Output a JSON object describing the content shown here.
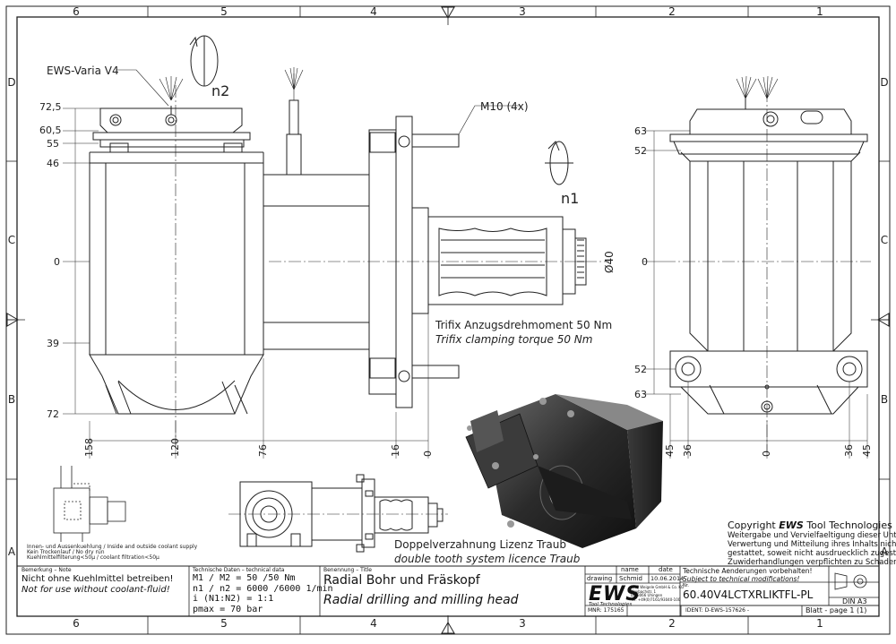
{
  "frame": {
    "columns": [
      "6",
      "5",
      "4",
      "3",
      "2",
      "1"
    ],
    "rows": [
      "D",
      "C",
      "B",
      "A"
    ]
  },
  "labels": {
    "varia": "EWS-Varia V4",
    "n2": "n2",
    "n1": "n1",
    "m10": "M10 (4x)",
    "diameter": "Ø40",
    "trifix_de": "Trifix Anzugsdrehmoment  50 Nm",
    "trifix_en": "Trifix clamping torque  50 Nm",
    "dv_de": "Doppelverzahnung Lizenz Traub",
    "dv_en": "double tooth system licence Traub",
    "coolant_note_1": "Innen- und Aussenkuehlung / Inside and outside coolant supply",
    "coolant_note_2": "Kein Trockenlauf / No dry run",
    "coolant_note_3": "Kuehlmittelfilterung<50µ / coolant filtration<50µ"
  },
  "dims_left": [
    "72,5",
    "60,5",
    "55",
    "46",
    "0",
    "39",
    "72"
  ],
  "dims_bottom": [
    "158",
    "120",
    "76",
    "16",
    "0"
  ],
  "dims_right_view": [
    "63",
    "52",
    "0",
    "52",
    "63"
  ],
  "dims_right_bottom": [
    "45",
    "36",
    "0",
    "36",
    "45"
  ],
  "copyright": {
    "title_prefix": "Copyright ",
    "title_brand": "EWS",
    "title_suffix": " Tool Technologies",
    "lines": [
      "Weitergabe und Vervielfaeltigung dieser Unterlage,",
      "Verwertung und Mitteilung ihres Inhalts nicht",
      "gestattet, soweit nicht ausdruecklich zugestanden.",
      "Zuwiderhandlungen verpflichten zu Schadenersatz."
    ]
  },
  "title_block": {
    "remark_header": "Bemerkung – Note",
    "remark_de": "Nicht ohne Kuehlmittel betreiben!",
    "remark_en": "Not for use without coolant-fluid!",
    "tech_header": "Technische Daten – technical data",
    "tech_rows": [
      {
        "label": "M1 / M2",
        "value": "= 50  /50  Nm"
      },
      {
        "label": "n1 / n2",
        "value": "= 6000 /6000  1/min"
      },
      {
        "label": "i (N1:N2)",
        "value": "= 1:1"
      },
      {
        "label": "pmax",
        "value": "= 70  bar"
      }
    ],
    "name_header": "Benennung – Title",
    "name_de": "Radial Bohr und Fräskopf",
    "name_en": "Radial drilling and milling head",
    "col_name": "name",
    "col_date": "date",
    "drawing_label": "drawing",
    "drawer": "Schmid",
    "date": "10.06.2014",
    "logo": "EWS",
    "logo_sub": "Tool Technologies",
    "company_lines": [
      "EWS Weigele GmbH & Co. KG",
      "Maybachstr. 1",
      "D-73066 Uhingen",
      "Tel. +49(0)7161/93040-100"
    ],
    "change_de": "Technische Aenderungen vorbehalten!",
    "change_en": "Subject to technical modifications!",
    "nr_label": "Nr.",
    "part_number": "60.40V4LCTXRLIKTFL-PL",
    "mnr": "MNR: 175165",
    "ident": "IDENT: D-EWS-157626 -",
    "sheet": "Blatt - page  1 (1)",
    "format": "DIN A3"
  }
}
